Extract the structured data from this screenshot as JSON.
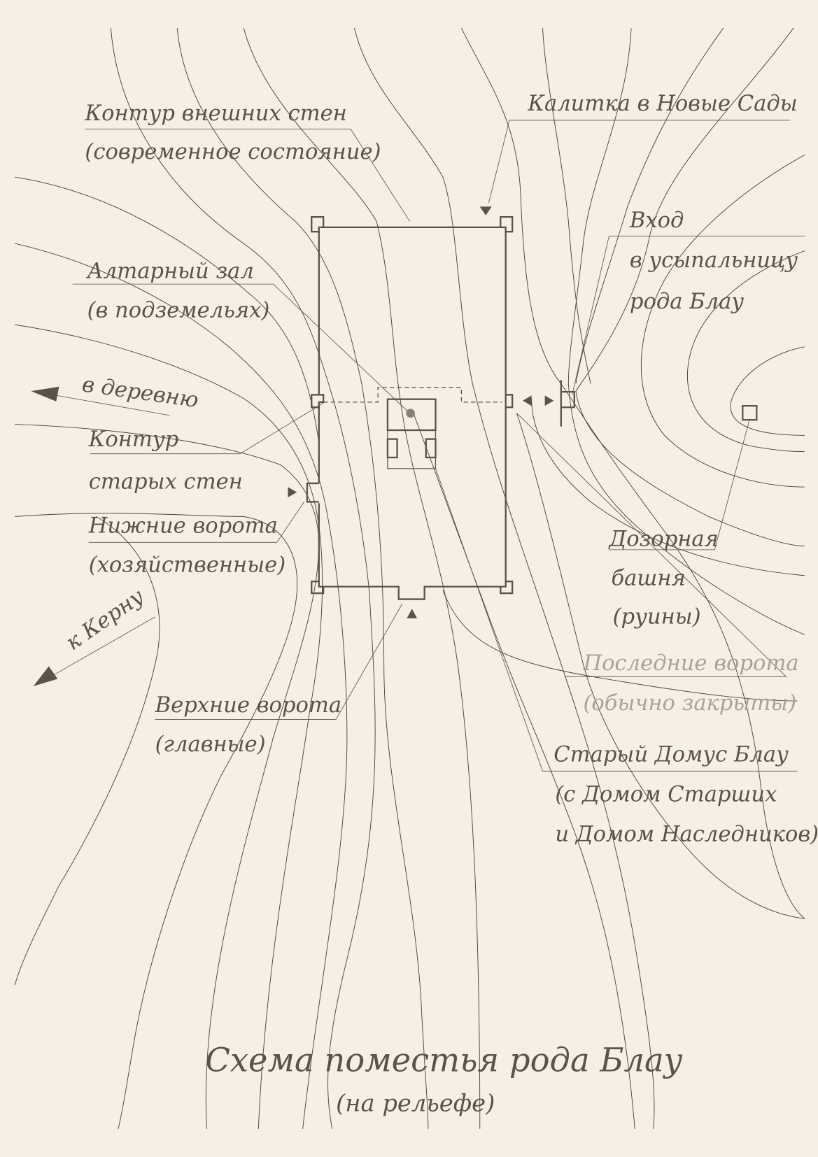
{
  "title": "Схема поместья рода Блау",
  "subtitle": "(на рельефе)",
  "labels": {
    "outer_walls": [
      "Контур внешних стен",
      "(современное состояние)"
    ],
    "wicket": [
      "Калитка в Новые Сады"
    ],
    "crypt_entrance": [
      "Вход",
      "в усыпальницу",
      "рода Блау"
    ],
    "altar_hall": [
      "Алтарный зал",
      "(в подземельях)"
    ],
    "to_village": [
      "в деревню"
    ],
    "old_walls": [
      "Контур",
      "старых стен"
    ],
    "lower_gate": [
      "Нижние ворота",
      "(хозяйственные)"
    ],
    "to_kern": [
      "к Керну"
    ],
    "watchtower": [
      "Дозорная",
      "башня",
      "(руины)"
    ],
    "last_gate": [
      "Последние ворота",
      "(обычно закрыты)"
    ],
    "upper_gate": [
      "Верхние ворота",
      "(главные)"
    ],
    "old_domus": [
      "Старый Домус Блау",
      "(с Домом Старших",
      "и Домом Наследников)"
    ]
  },
  "colors": {
    "paper": "#f6f0e4",
    "ink": "#5b524a",
    "faded_ink": "#aaa198"
  }
}
